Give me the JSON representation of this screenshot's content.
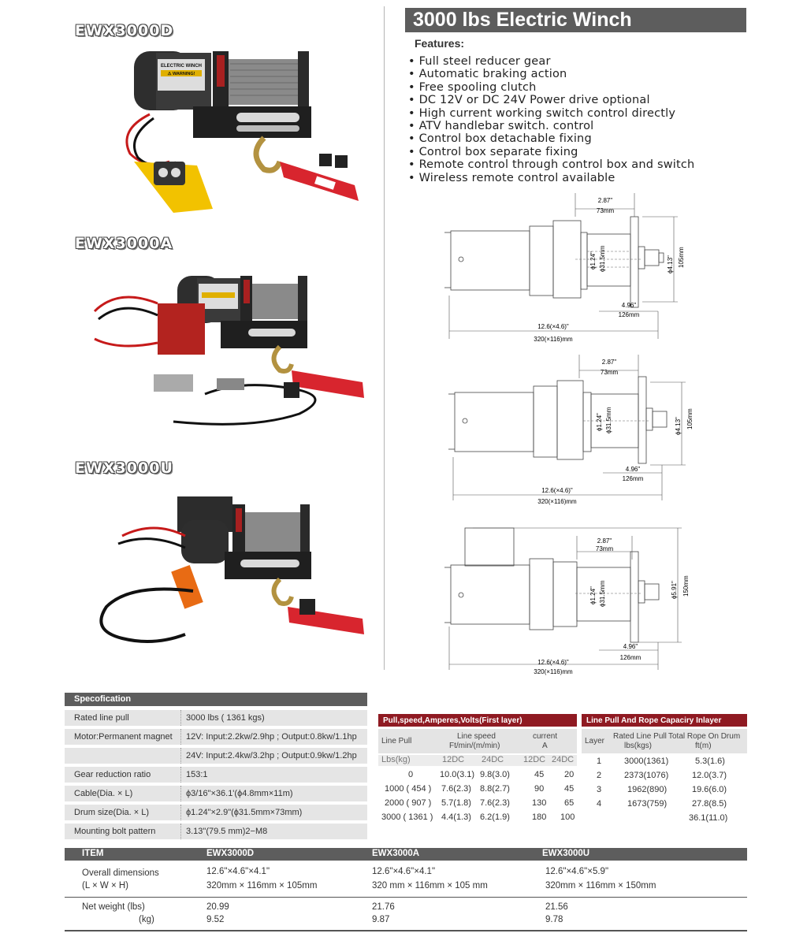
{
  "models": [
    {
      "label": "EWX3000D"
    },
    {
      "label": "EWX3000A"
    },
    {
      "label": "EWX3000U"
    }
  ],
  "title": "3000 lbs Electric Winch",
  "features_title": "Features:",
  "features": [
    "Full steel reducer gear",
    "Automatic braking action",
    "Free spooling clutch",
    "DC 12V or DC 24V Power drive optional",
    "High current working switch control directly",
    "ATV handlebar switch. control",
    "Control box detachable fixing",
    "Control box separate fixing",
    "Remote control through control box and switch",
    "Wireless remote control available"
  ],
  "photo_text": {
    "electric_winch": "ELECTRIC WINCH",
    "warning": "⚠ WARNING!"
  },
  "drawings": [
    {
      "top_in": "2.87\"",
      "top_mm": "73mm",
      "d_in": "ϕ1.24\"",
      "d_mm": "ϕ31.5mm",
      "h_in": "ϕ4.13\"",
      "h_mm": "105mm",
      "m_in": "4.96\"",
      "m_mm": "126mm",
      "l_in": "12.6(×4.6)\"",
      "l_mm": "320(×116)mm"
    },
    {
      "top_in": "2.87\"",
      "top_mm": "73mm",
      "d_in": "ϕ1.24\"",
      "d_mm": "ϕ31.5mm",
      "h_in": "ϕ4.13\"",
      "h_mm": "105mm",
      "m_in": "4.96\"",
      "m_mm": "126mm",
      "l_in": "12.6(×4.6)\"",
      "l_mm": "320(×116)mm"
    },
    {
      "top_in": "2.87\"",
      "top_mm": "73mm",
      "d_in": "ϕ1.24\"",
      "d_mm": "ϕ31.5mm",
      "h_in": "ϕ5.91\"",
      "h_mm": "150mm",
      "m_in": "4.96\"",
      "m_mm": "126mm",
      "l_in": "12.6(×4.6)\"",
      "l_mm": "320(×116)mm"
    }
  ],
  "spec": {
    "title": "Specofication",
    "rows": [
      {
        "k": "Rated line pull",
        "v": "3000 lbs ( 1361 kgs)"
      },
      {
        "k": "Motor:Permanent magnet",
        "v": "12V: Input:2.2kw/2.9hp ; Output:0.8kw/1.1hp"
      },
      {
        "k": "",
        "v": "24V: Input:2.4kw/3.2hp ; Output:0.9kw/1.2hp"
      },
      {
        "k": "Gear reduction ratio",
        "v": "153:1"
      },
      {
        "k": "Cable(Dia. × L)",
        "v": "ϕ3/16\"×36.1'(ϕ4.8mm×11m)"
      },
      {
        "k": "Drum size(Dia. × L)",
        "v": "ϕ1.24\"×2.9\"(ϕ31.5mm×73mm)"
      },
      {
        "k": "Mounting bolt pattern",
        "v": "3.13\"(79.5 mm)2−M8"
      }
    ]
  },
  "pull": {
    "title": "Pull,speed,Amperes,Volts(First layer)",
    "h_pull": "Line Pull",
    "h_speed": "Line speed",
    "h_speed_unit": "Ft/min/(m/min)",
    "h_current": "current",
    "h_current_unit": "A",
    "unit": "Lbs(kg)",
    "sub": [
      "12DC",
      "24DC",
      "12DC",
      "24DC"
    ],
    "rows": [
      [
        "0",
        "10.0(3.1)",
        "9.8(3.0)",
        "45",
        "20"
      ],
      [
        "1000 ( 454 )",
        "7.6(2.3)",
        "8.8(2.7)",
        "90",
        "45"
      ],
      [
        "2000 ( 907 )",
        "5.7(1.8)",
        "7.6(2.3)",
        "130",
        "65"
      ],
      [
        "3000 ( 1361 )",
        "4.4(1.3)",
        "6.2(1.9)",
        "180",
        "100"
      ]
    ]
  },
  "layer": {
    "title": "Line Pull And Rope Capaciry Inlayer",
    "h_layer": "Layer",
    "h_pull": "Rated Line Pull",
    "h_pull_unit": "lbs(kgs)",
    "h_rope": "Total Rope On Drum",
    "h_rope_unit": "ft(m)",
    "rows": [
      [
        "1",
        "3000(1361)",
        "5.3(1.6)"
      ],
      [
        "2",
        "2373(1076)",
        "12.0(3.7)"
      ],
      [
        "3",
        "1962(890)",
        "19.6(6.0)"
      ],
      [
        "4",
        "1673(759)",
        "27.8(8.5)"
      ],
      [
        "",
        "",
        "36.1(11.0)"
      ]
    ]
  },
  "items": {
    "headers": [
      "ITEM",
      "EWX3000D",
      "EWX3000A",
      "EWX3000U"
    ],
    "dim_label": [
      "Overall  dimensions",
      "(L × W × H)"
    ],
    "dims": [
      [
        "12.6\"×4.6\"×4.1\"",
        "320mm × 116mm × 105mm"
      ],
      [
        "12.6\"×4.6\"×4.1\"",
        "320 mm × 116mm × 105  mm"
      ],
      [
        "12.6\"×4.6\"×5.9\"",
        "320mm × 116mm × 150mm"
      ]
    ],
    "weight_label": [
      "Net weight    (lbs)",
      "(kg)"
    ],
    "weights": [
      [
        "20.99",
        "9.52"
      ],
      [
        "21.76",
        "9.87"
      ],
      [
        "21.56",
        "9.78"
      ]
    ]
  }
}
